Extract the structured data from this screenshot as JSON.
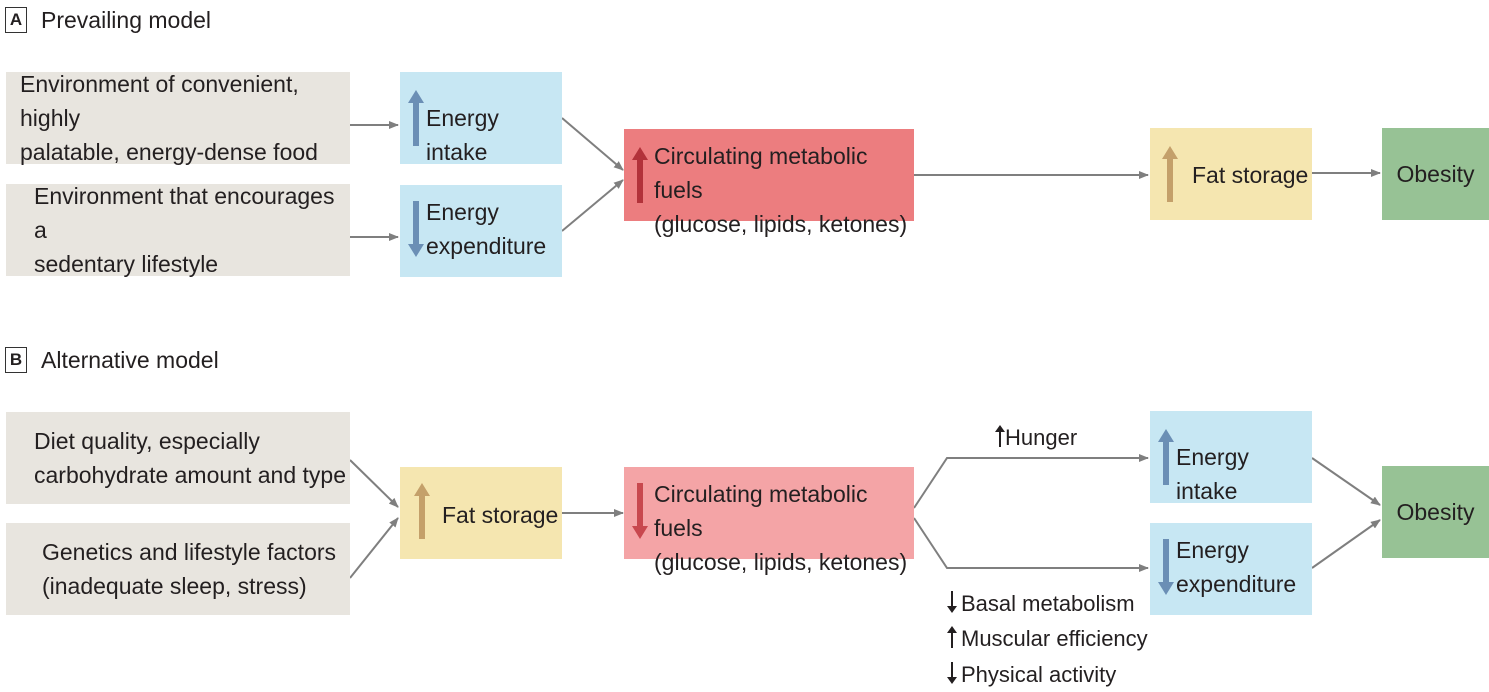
{
  "panel_a": {
    "letter": "A",
    "title": "Prevailing model",
    "environment_food": [
      "Environment of convenient, highly",
      "palatable, energy-dense food"
    ],
    "environment_sedentary": [
      "Environment that encourages a",
      "sedentary lifestyle"
    ],
    "energy_intake": "Energy intake",
    "energy_expenditure": [
      "Energy",
      "expenditure"
    ],
    "fuels": [
      "Circulating metabolic fuels",
      "(glucose, lipids, ketones)"
    ],
    "fat_storage": "Fat storage",
    "obesity": "Obesity"
  },
  "panel_b": {
    "letter": "B",
    "title": "Alternative model",
    "diet": [
      "Diet quality, especially",
      "carbohydrate amount and type"
    ],
    "genetics": [
      "Genetics and lifestyle factors",
      "(inadequate sleep, stress)"
    ],
    "fat_storage": "Fat storage",
    "fuels": [
      "Circulating metabolic fuels",
      "(glucose, lipids, ketones)"
    ],
    "hunger": "Hunger",
    "energy_intake": "Energy intake",
    "energy_expenditure": [
      "Energy",
      "expenditure"
    ],
    "obesity": "Obesity",
    "effects": [
      "Basal metabolism",
      "Muscular efficiency",
      "Physical activity"
    ]
  },
  "colors": {
    "gray_box": "#e8e5df",
    "blue_box": "#c7e7f3",
    "red_box_a": "#ec7d7f",
    "red_box_b": "#f4a4a6",
    "yellow_box": "#f5e6b0",
    "green_box": "#97c295",
    "blue_arrow": "#6b8fb5",
    "red_arrow": "#b2323a",
    "tan_arrow": "#c4a06a",
    "connector": "#7f7f7f"
  },
  "icons": [
    "up-arrow-icon",
    "down-arrow-icon"
  ]
}
